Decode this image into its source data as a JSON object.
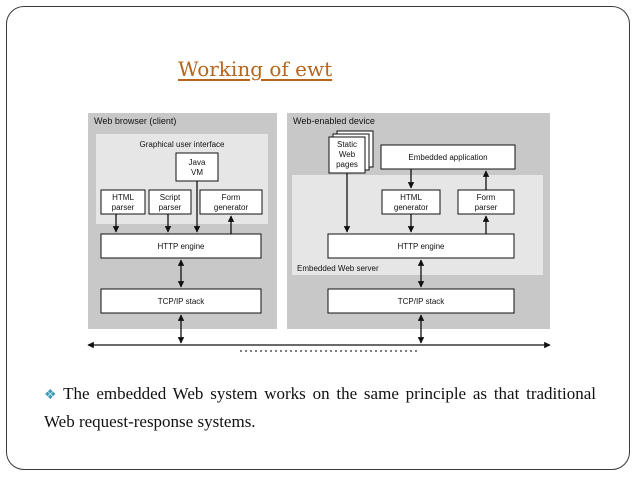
{
  "slide": {
    "title": "Working of ewt",
    "bullet_icon": "diamond-bullet-icon",
    "bullet_text": "The embedded Web system works on the same principle as that traditional Web request-response systems."
  },
  "diagram": {
    "client": {
      "title": "Web browser (client)",
      "gui_label": "Graphical user interface",
      "java_vm": [
        "Java",
        "VM"
      ],
      "html_parser": [
        "HTML",
        "parser"
      ],
      "script_parser": [
        "Script",
        "parser"
      ],
      "form_generator": [
        "Form",
        "generator"
      ],
      "http_engine": "HTTP engine",
      "tcpip_stack": "TCP/IP stack"
    },
    "device": {
      "title": "Web-enabled device",
      "static_pages": [
        "Static",
        "Web",
        "pages"
      ],
      "embedded_app": "Embedded application",
      "html_generator": [
        "HTML",
        "generator"
      ],
      "form_parser": [
        "Form",
        "parser"
      ],
      "http_engine": "HTTP engine",
      "server_label": "Embedded Web server",
      "tcpip_stack": "TCP/IP stack"
    },
    "colors": {
      "panel": "#c8c8c8",
      "inner": "#e6e6e6",
      "box": "#ffffff",
      "title": "#b5651d",
      "bullet": "#3e9bb5"
    }
  }
}
